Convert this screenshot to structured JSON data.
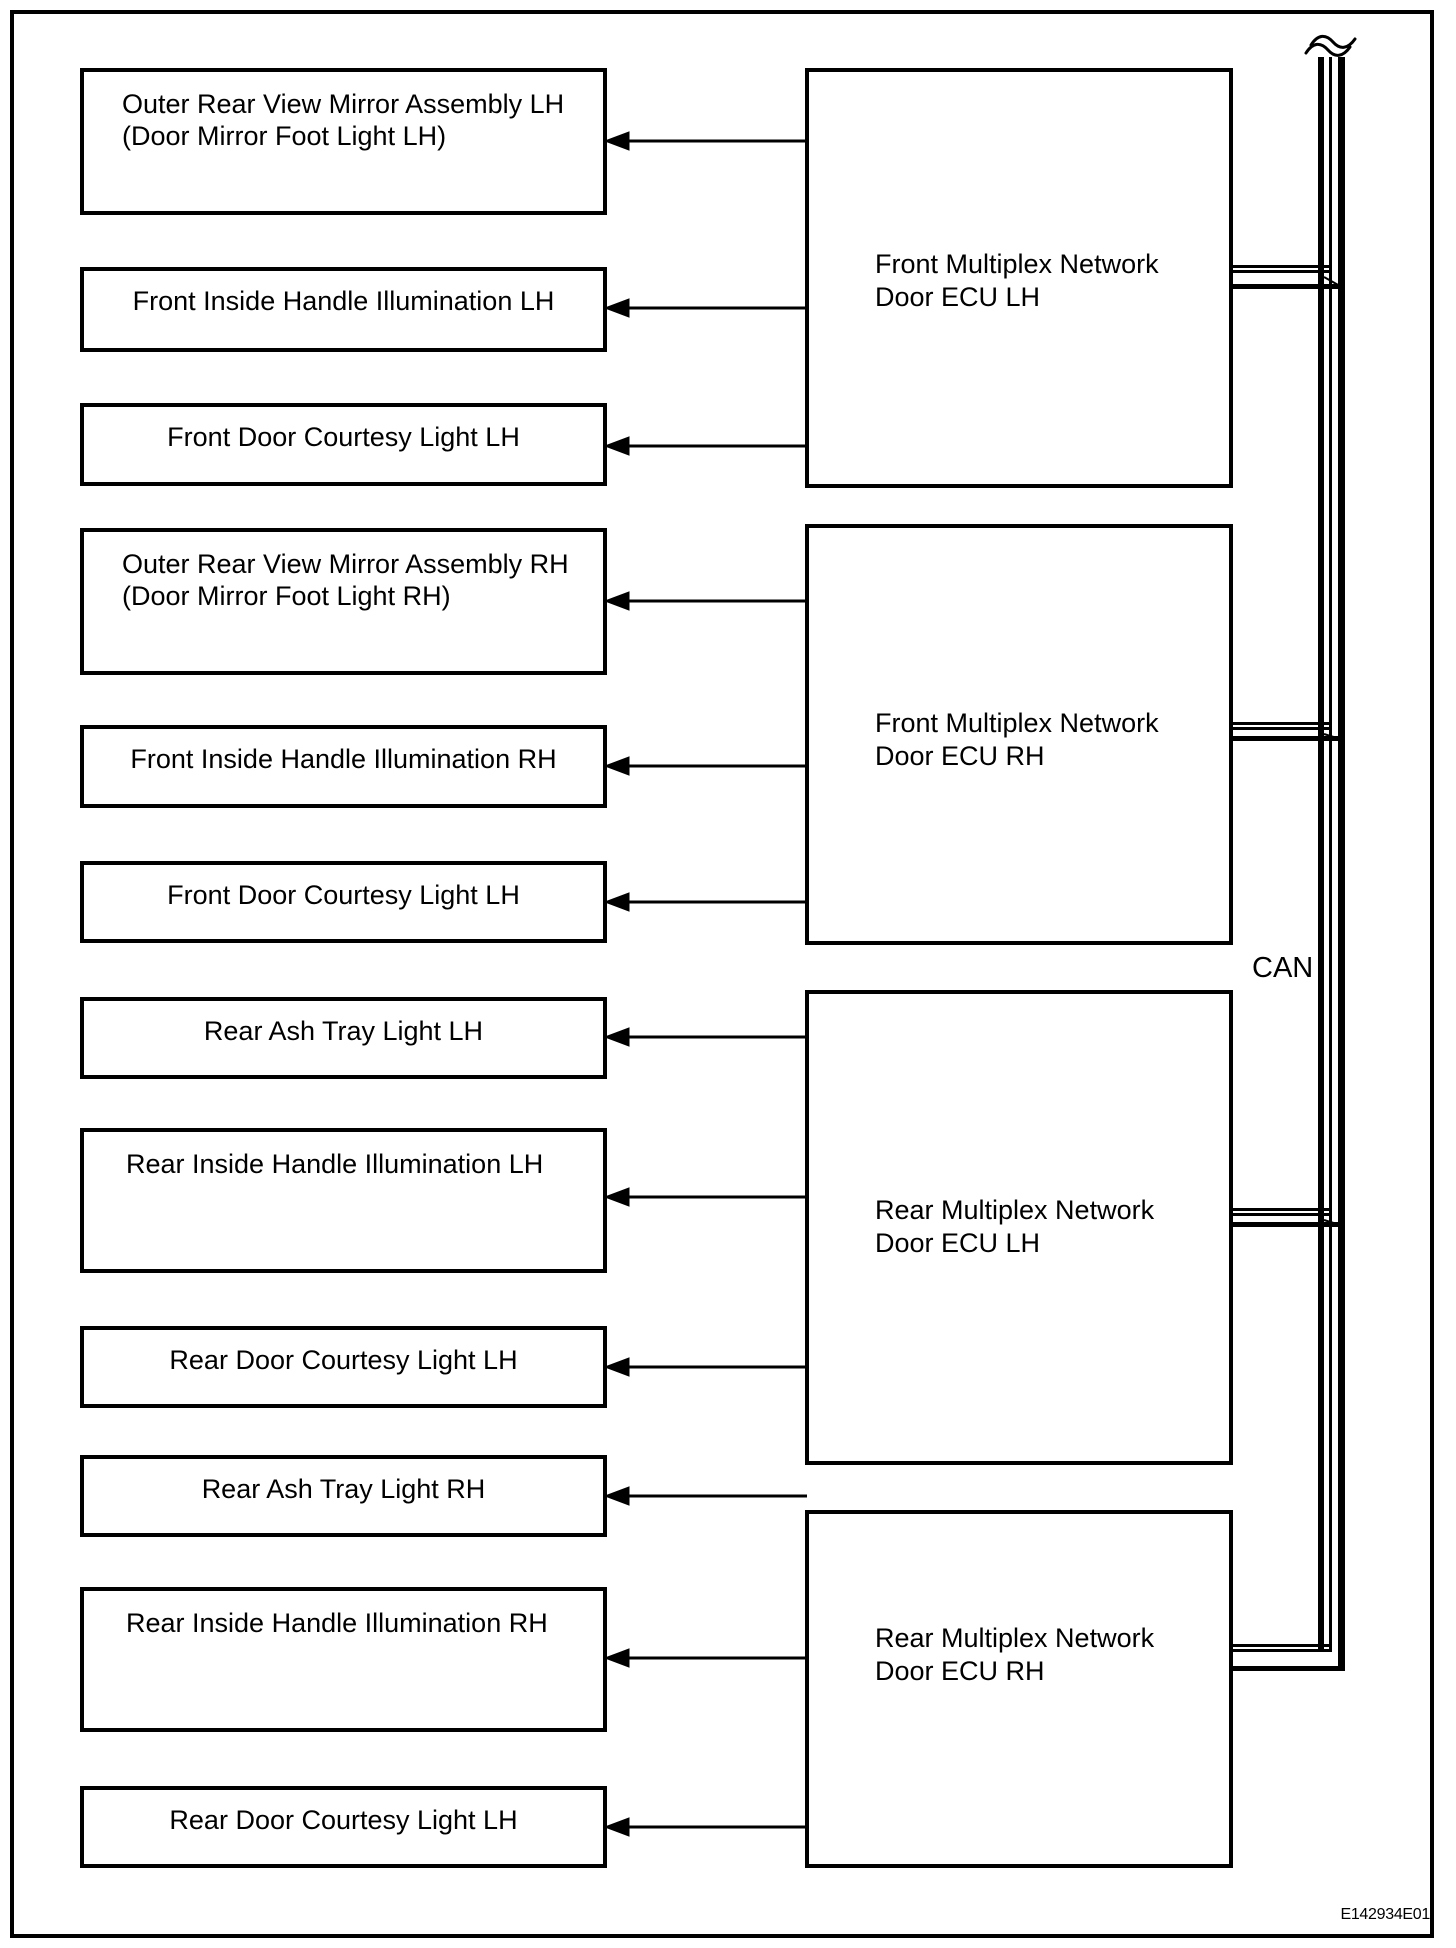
{
  "diagram": {
    "reference_code": "E142934E01",
    "bus": {
      "label": "CAN",
      "break_symbol": "wavy-break"
    },
    "colors": {
      "line": "#000000",
      "background": "#ffffff"
    },
    "component_boxes": [
      {
        "lines": [
          "Outer Rear View Mirror Assembly LH",
          "(Door Mirror Foot Light LH)"
        ]
      },
      {
        "lines": [
          "Front Inside Handle Illumination LH"
        ]
      },
      {
        "lines": [
          "Front Door Courtesy Light LH"
        ]
      },
      {
        "lines": [
          "Outer Rear View Mirror Assembly RH",
          "(Door Mirror Foot Light RH)"
        ]
      },
      {
        "lines": [
          "Front Inside Handle Illumination RH"
        ]
      },
      {
        "lines": [
          "Front Door Courtesy Light LH"
        ]
      },
      {
        "lines": [
          "Rear Ash Tray Light LH"
        ]
      },
      {
        "lines": [
          "Rear Inside Handle Illumination LH"
        ]
      },
      {
        "lines": [
          "Rear Door Courtesy Light LH"
        ]
      },
      {
        "lines": [
          "Rear Ash Tray Light RH"
        ]
      },
      {
        "lines": [
          "Rear Inside Handle Illumination RH"
        ]
      },
      {
        "lines": [
          "Rear Door Courtesy Light LH"
        ]
      }
    ],
    "ecu_boxes": [
      {
        "lines": [
          "Front Multiplex Network",
          "Door ECU LH"
        ]
      },
      {
        "lines": [
          "Front Multiplex Network",
          "Door ECU RH"
        ]
      },
      {
        "lines": [
          "Rear Multiplex Network",
          "Door ECU LH"
        ]
      },
      {
        "lines": [
          "Rear Multiplex Network",
          "Door ECU RH"
        ]
      }
    ],
    "connections": [
      {
        "from_ecu": 0,
        "to_components": [
          0,
          1,
          2
        ]
      },
      {
        "from_ecu": 1,
        "to_components": [
          3,
          4,
          5
        ]
      },
      {
        "from_ecu": 2,
        "to_components": [
          6,
          7,
          8
        ]
      },
      {
        "from_ecu": 3,
        "to_components": [
          9,
          10,
          11
        ]
      }
    ]
  }
}
